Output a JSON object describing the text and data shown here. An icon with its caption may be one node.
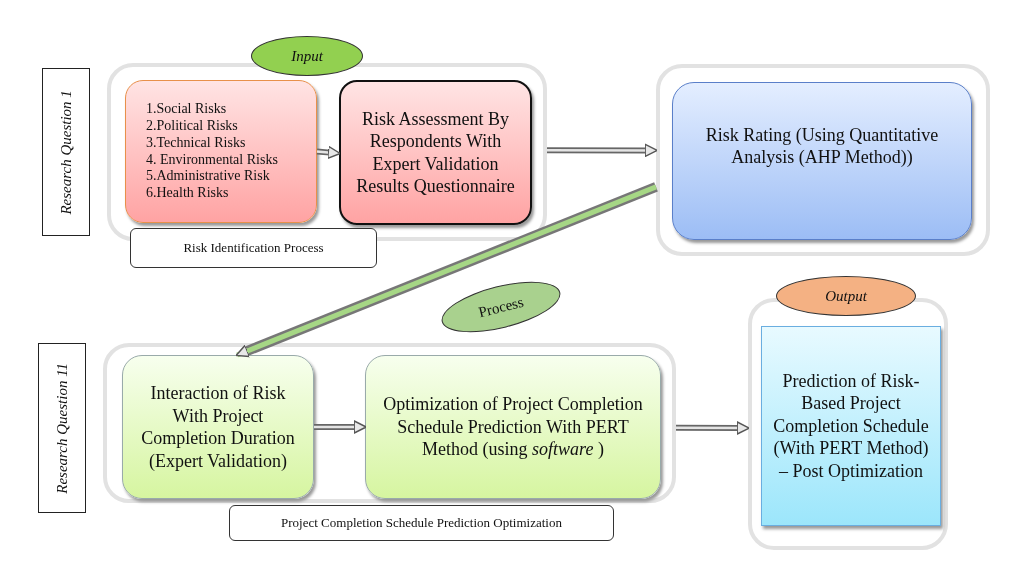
{
  "diagram": {
    "nodes": [
      {
        "text": [
          "Research Question 1"
        ]
      },
      {
        "text": [],
        "shape": "box"
      },
      {
        "text": [
          "Input"
        ]
      },
      {
        "text": [
          "1.Social Risks",
          "2.Political Risks",
          "3.Technical Risks",
          "4. Environmental Risks",
          "5.Administrative Risk",
          "6.Health Risks"
        ],
        "in": 1
      },
      {
        "text": [
          "Risk Assessment By Respondents With Expert Validation Results Questionnaire"
        ],
        "in": 1
      },
      {
        "text": [
          "Risk Identification Process"
        ]
      },
      {
        "text": [],
        "shape": "box"
      },
      {
        "text": [
          "Risk Rating (Using Quantitative Analysis (AHP Method))"
        ],
        "in": 6
      },
      {
        "text": [
          "Process"
        ]
      },
      {
        "text": [
          "Research Question 11"
        ]
      },
      {
        "text": [],
        "shape": "box"
      },
      {
        "text": [
          "Interaction of Risk With Project Completion Duration (Expert Validation)"
        ],
        "in": 10
      },
      {
        "text": [
          "Optimization of Project Completion Schedule Prediction With PERT Method (using *software* )"
        ],
        "in": 10
      },
      {
        "text": [
          "Project Completion Schedule Prediction Optimization"
        ]
      },
      {
        "text": [],
        "shape": "box"
      },
      {
        "text": [
          "Output"
        ]
      },
      {
        "text": [
          "Prediction of Risk-Based Project Completion Schedule (With PERT Method) – Post Optimization"
        ],
        "in": 14
      }
    ],
    "edges": [
      {
        "from": 3,
        "to": 4,
        "arrow": "to"
      },
      {
        "from": 1,
        "to": 6,
        "arrow": "to"
      },
      {
        "from": 6,
        "to": 11,
        "arrow": "to",
        "style": "thick",
        "color": "#a6d785"
      },
      {
        "from": 11,
        "to": 12,
        "arrow": "to"
      },
      {
        "from": 10,
        "to": 14,
        "arrow": "to"
      }
    ]
  }
}
